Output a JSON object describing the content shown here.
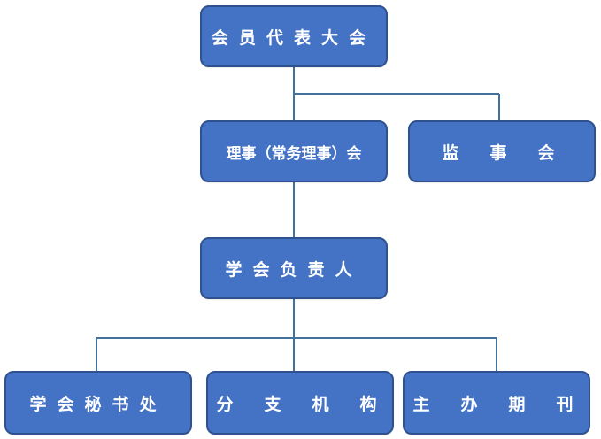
{
  "diagram": {
    "nodes": {
      "assembly": "会员代表大会",
      "council": "理事（常务理事）会",
      "supervisory": "监　事　会",
      "leader": "学会负责人",
      "secretariat": "学会秘书处",
      "branches": "分　支　机　构",
      "journal": "主　办　期　刊"
    },
    "colors": {
      "box_fill": "#4472C4",
      "box_border": "#2F528F",
      "connector": "#41719C",
      "text": "#FFFFFF"
    }
  }
}
